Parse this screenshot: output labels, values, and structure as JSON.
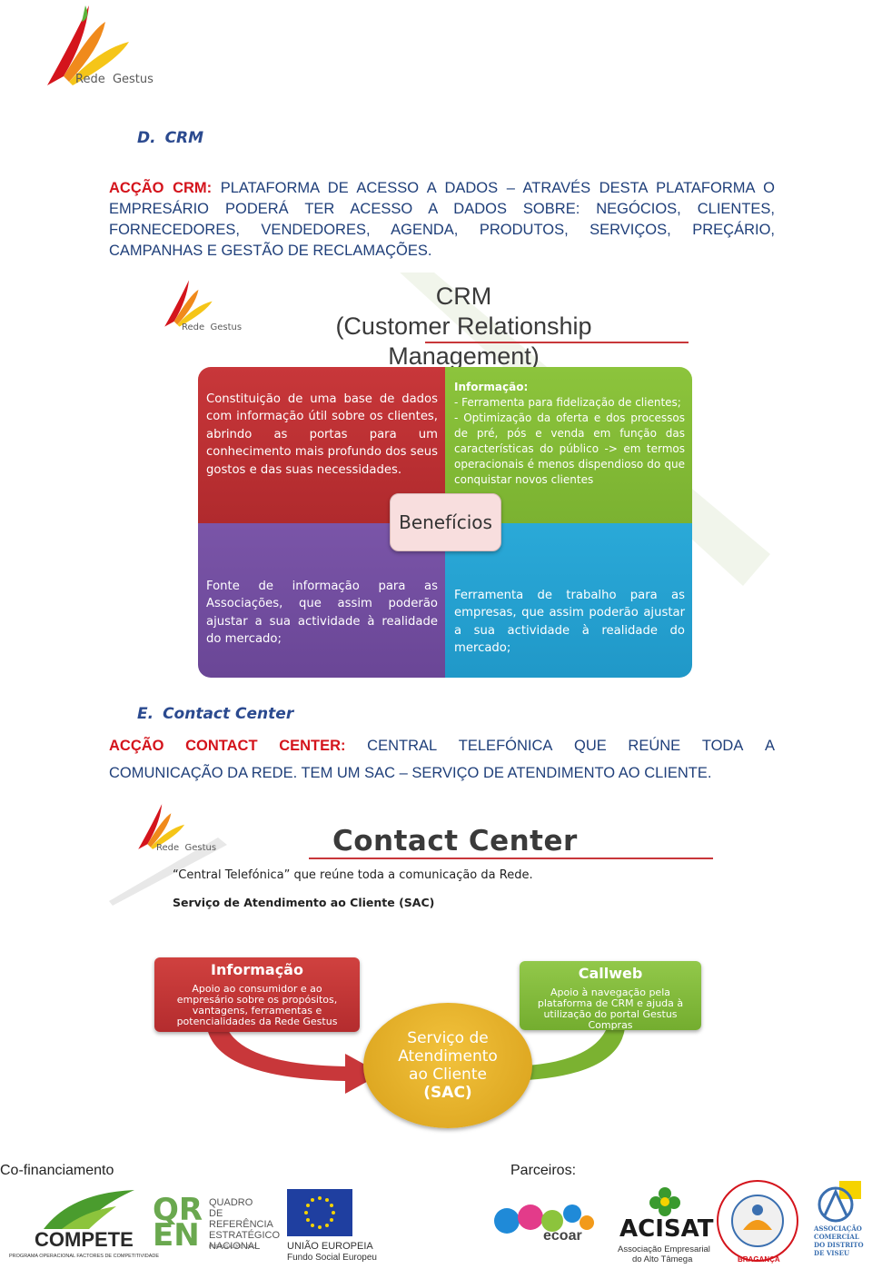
{
  "header": {
    "logo_text": "Rede  Gestus"
  },
  "section_d": {
    "letter": "D.",
    "title": "CRM",
    "label": "ACÇÃO CRM:",
    "lines": [
      "PLATAFORMA DE ACESSO A DADOS – ATRAVÉS DESTA PLATAFORMA O",
      "EMPRESÁRIO PODERÁ TER ACESSO A DADOS SOBRE: NEGÓCIOS, CLIENTES,",
      "FORNECEDORES, VENDEDORES, AGENDA, PRODUTOS, SERVIÇOS, PREÇÁRIO,",
      "CAMPANHAS E GESTÃO DE RECLAMAÇÕES."
    ]
  },
  "crm_diagram": {
    "logo_text": "Rede  Gestus",
    "title_line1": "CRM",
    "title_line2": "(Customer Relationship",
    "title_line3": "Management)",
    "top_left": "Constituição de uma base de dados com informação útil sobre os clientes, abrindo as portas para um conhecimento mais profundo dos seus gostos e das suas necessidades.",
    "top_right_title": "Informação:",
    "top_right_items": [
      "- Ferramenta para fidelização de clientes;",
      "- Optimização da oferta e dos processos de pré, pós e venda em função das características do público -> em termos operacionais é menos dispendioso do que conquistar novos clientes"
    ],
    "center": "Benefícios",
    "bottom_left": "Fonte de informação para as Associações, que assim poderão ajustar a sua actividade à realidade do mercado;",
    "bottom_right": "Ferramenta de trabalho para as empresas, que assim poderão ajustar a sua actividade à realidade do mercado;",
    "colors": {
      "red": "#c8373a",
      "green": "#8cc43c",
      "purple": "#7a55a8",
      "blue": "#2aa9d8"
    }
  },
  "section_e": {
    "letter": "E.",
    "title": "Contact Center",
    "label_words": [
      "ACÇÃO",
      "CONTACT",
      "CENTER:"
    ],
    "line1_words": [
      "CENTRAL",
      "TELEFÓNICA",
      "QUE",
      "REÚNE",
      "TODA",
      "A"
    ],
    "line2": "COMUNICAÇÃO DA REDE. TEM UM SAC – SERVIÇO DE ATENDIMENTO AO CLIENTE."
  },
  "contact_diagram": {
    "logo_text": "Rede  Gestus",
    "title": "Contact Center",
    "line1": "“Central Telefónica” que reúne toda a comunicação da Rede.",
    "line2": "Serviço de Atendimento ao Cliente (SAC)",
    "info_title": "Informação",
    "info_body": "Apoio ao consumidor e ao empresário sobre os propósitos, vantagens, ferramentas e potencialidades da Rede Gestus",
    "callweb_title": "Callweb",
    "callweb_body": "Apoio à navegação pela plataforma de CRM e ajuda à utilização do portal Gestus Compras",
    "sac_lines": [
      "Serviço de",
      "Atendimento",
      "ao Cliente",
      "(SAC)"
    ]
  },
  "footer": {
    "cofin_label": "Co-financiamento",
    "partners_label": "Parceiros:",
    "compete": "COMPETE",
    "compete_sub": "PROGRAMA OPERACIONAL FACTORES DE COMPETITIVIDADE",
    "qren_lines": [
      "QUADRO",
      "DE REFERÊNCIA",
      "ESTRATÉGICO",
      "NACIONAL"
    ],
    "qren_sub": "PORTUGAL 2007.2013",
    "eu_line1": "UNIÃO EUROPEIA",
    "eu_line2": "Fundo Social Europeu",
    "ecoar": "ecoar",
    "acisat": "ACISAT",
    "acisat_sub1": "Associação Empresarial",
    "acisat_sub2": "do Alto Tâmega",
    "braganca": "BRAGANÇA",
    "viseu_lines": [
      "ASSOCIAÇÃO",
      "COMERCIAL",
      "DO DISTRITO",
      "DE VISEU"
    ]
  }
}
